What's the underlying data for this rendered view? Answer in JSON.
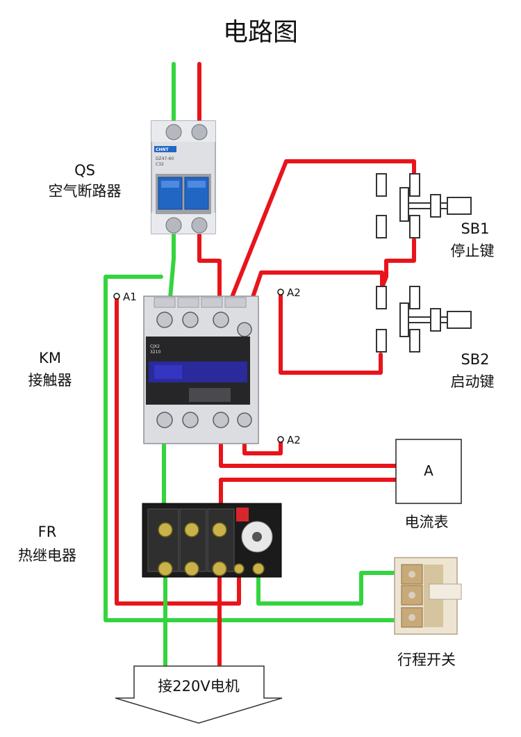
{
  "title": "电路图",
  "colors": {
    "live": "#e8141b",
    "neutral": "#34d43e",
    "housing": "#dfe0e4",
    "blue": "#2266c4",
    "dark": "#1a1a1a"
  },
  "qs": {
    "code": "QS",
    "name": "空气断路器",
    "brand": "CHNT",
    "model": "DZ47-60",
    "rating": "C32"
  },
  "km": {
    "code": "KM",
    "name": "接触器",
    "model_line1": "CJX2",
    "model_line2": "3210",
    "coil_a1": "A1",
    "coil_a2_top": "A2",
    "coil_a2_bottom": "A2"
  },
  "fr": {
    "code": "FR",
    "name": "热继电器"
  },
  "sb1": {
    "code": "SB1",
    "name": "停止键"
  },
  "sb2": {
    "code": "SB2",
    "name": "启动键"
  },
  "ammeter": {
    "symbol": "A",
    "name": "电流表"
  },
  "limit_switch": {
    "name": "行程开关"
  },
  "motor": {
    "label": "接220V电机"
  }
}
